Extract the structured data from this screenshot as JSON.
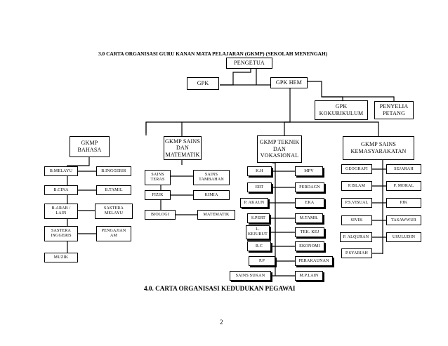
{
  "titles": {
    "main": "3.0  CARTA ORGANISASI GURU KANAN MATA PELAJARAN (GKMP) (SEKOLAH MENENGAH)",
    "secondary": "4.0.  CARTA ORGANISASI KEDUDUKAN PEGAWAI",
    "page_number": "2"
  },
  "top": {
    "pengetua": "PENGETUA",
    "gpk": "GPK",
    "gpk_hem": "GPK HEM",
    "gpk_kokurikulum": "GPK\nKOKURIKULUM",
    "penyelia_petang": "PENYELIA\nPETANG"
  },
  "gkmp": {
    "bahasa": "GKMP\nBAHASA",
    "sains_matematik": "GKMP SAINS\nDAN\nMATEMATIK",
    "teknik_vokasional": "GKMP TEKNIK\nDAN\nVOKASIONAL",
    "sains_kemasyarakatan": "GKMP SAINS\nKEMASYARAKATAN"
  },
  "bahasa": {
    "b_melayu": "B.MELAYU",
    "b_inggeris": "B.INGGERIS",
    "b_cina": "B.CINA",
    "b_tamil": "B.TAMIL",
    "b_arab_lain": "B.ARAB /\nLAIN",
    "sastera_melayu": "SASTERA\nMELAYU",
    "sastera_inggeris": "SASTERA\nINGGERIS",
    "pengajian_am": "PENGAJIAN\nAM",
    "muzik": "MUZIK"
  },
  "sains_matematik": {
    "sains_teras": "SAINS\nTERAS",
    "sains_tambahan": "SAINS\nTAMBAHAN",
    "fizik": "FIZIK",
    "kimia": "KIMIA",
    "biologi": "BIOLOGI",
    "matematik": "MATEMATIK"
  },
  "teknik": {
    "kh": "K.H",
    "mpv": "MPV",
    "ert": "ERT",
    "perdagangan": "PERDAGN",
    "p_akaun": "P. AKAUN",
    "eka": "EKA",
    "s_pert": "S.PERT",
    "m_tamb": "M.TAMB.",
    "l_kejurut": "L.\nKEJURUT",
    "tek_kej": "TEK. KEJ",
    "ekonomi": "EKONOMI",
    "rc": "R.C",
    "pp": "P.P",
    "perakaunan": "PERAKAUNAN",
    "sains_sukan": "SAINS SUKAN",
    "mp_lain": "M.P.LAIN"
  },
  "kemasyarakatan": {
    "geografi": "GEOGRAFI",
    "sejarah": "SEJARAH",
    "p_islam": "P.ISLAM",
    "p_moral": "P. MORAL",
    "p_s_visual": "P.S.VISUAL",
    "pjk": "PJK",
    "sivik": "SIVIK",
    "tasawwur": "TASAWWUR",
    "p_alquran": "P. ALQURAN",
    "usuludin": "USULUDIN",
    "p_syariah": "P.SYARIAH"
  }
}
